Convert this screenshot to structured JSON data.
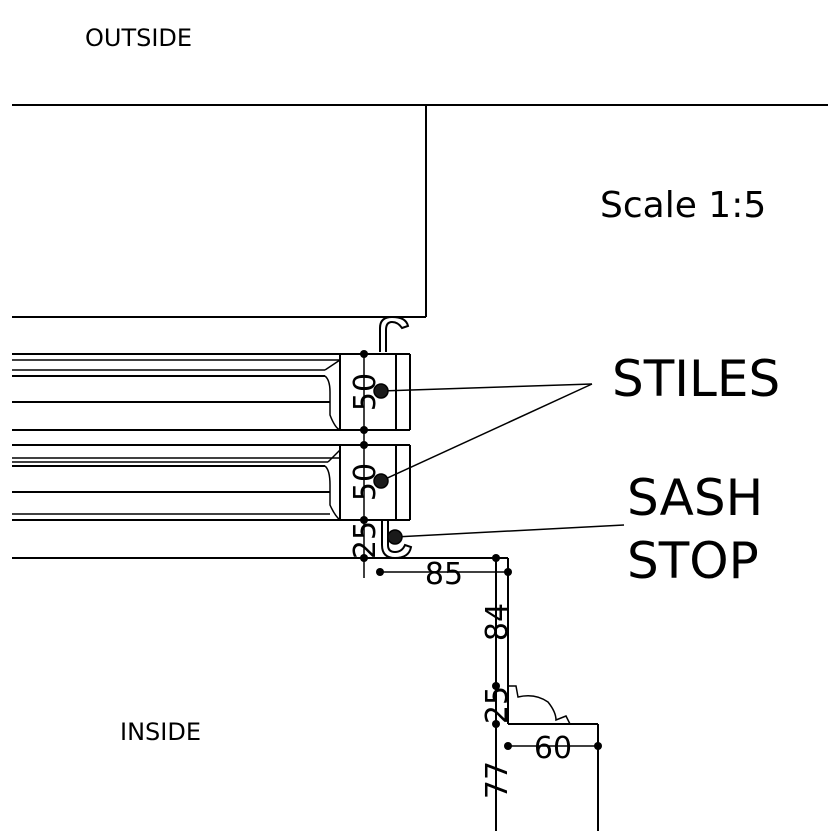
{
  "labels": {
    "outside": "OUTSIDE",
    "inside": "INSIDE",
    "scale": "Scale 1:5",
    "stiles": "STILES",
    "sash_stop_line1": "SASH",
    "sash_stop_line2": "STOP"
  },
  "dimensions": {
    "stile_upper": "50",
    "stile_lower": "50",
    "stop_height": "25",
    "sill_width": "85",
    "riser_height": "84",
    "moulding_height": "25",
    "moulding_width": "60",
    "lower_height": "77"
  }
}
